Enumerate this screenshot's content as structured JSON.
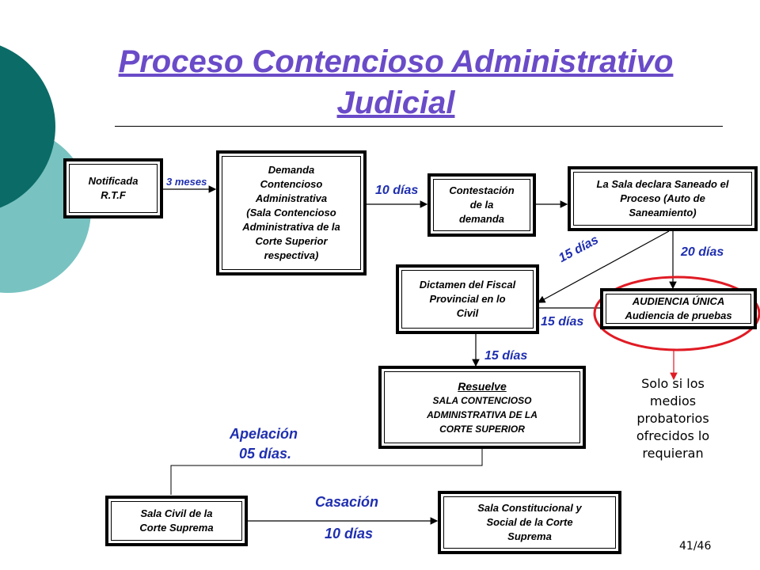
{
  "title": "Proceso Contencioso Administrativo Judicial",
  "page_number": "41/46",
  "colors": {
    "title": "#6a4bc8",
    "labels": "#1f2fb0",
    "highlight": "#e01b24",
    "deco_dark": "#0b6b67",
    "deco_light": "#78c3c1"
  },
  "boxes": {
    "notificada": {
      "lines": [
        "Notificada",
        "R.T.F"
      ]
    },
    "demanda": {
      "lines": [
        "Demanda",
        "Contencioso",
        "Administrativa",
        "(Sala Contencioso",
        "Administrativa de la",
        "Corte Superior",
        "respectiva)"
      ]
    },
    "contestacion": {
      "lines": [
        "Contestación",
        "de la",
        "demanda"
      ]
    },
    "saneado": {
      "lines": [
        "La Sala declara Saneado el",
        "Proceso (Auto de",
        "Saneamiento)"
      ]
    },
    "dictamen": {
      "lines": [
        "Dictamen del Fiscal",
        "Provincial en lo",
        "Civil"
      ]
    },
    "audiencia": {
      "lines": [
        "AUDIENCIA ÚNICA",
        "Audiencia de pruebas"
      ]
    },
    "resuelve": {
      "heading": "Resuelve",
      "lines": [
        "SALA CONTENCIOSO",
        "ADMINISTRATIVA DE LA",
        "CORTE SUPERIOR"
      ]
    },
    "sala_civil": {
      "lines": [
        "Sala Civil de la",
        "Corte Suprema"
      ]
    },
    "sala_constitucional": {
      "lines": [
        "Sala Constitucional y",
        "Social de la Corte",
        "Suprema"
      ]
    }
  },
  "labels": {
    "tres_meses": "3 meses",
    "diez_dias_1": "10 días",
    "quince_dias_diag": "15 días",
    "veinte_dias": "20 días",
    "quince_dias_2": "15 días",
    "quince_dias_3": "15 días",
    "apelacion_1": "Apelación",
    "apelacion_2": "05 días.",
    "casacion": "Casación",
    "diez_dias_2": "10 días"
  },
  "note_lines": [
    "Solo si los",
    "medios",
    "probatorios",
    "ofrecidos lo",
    "requieran"
  ]
}
